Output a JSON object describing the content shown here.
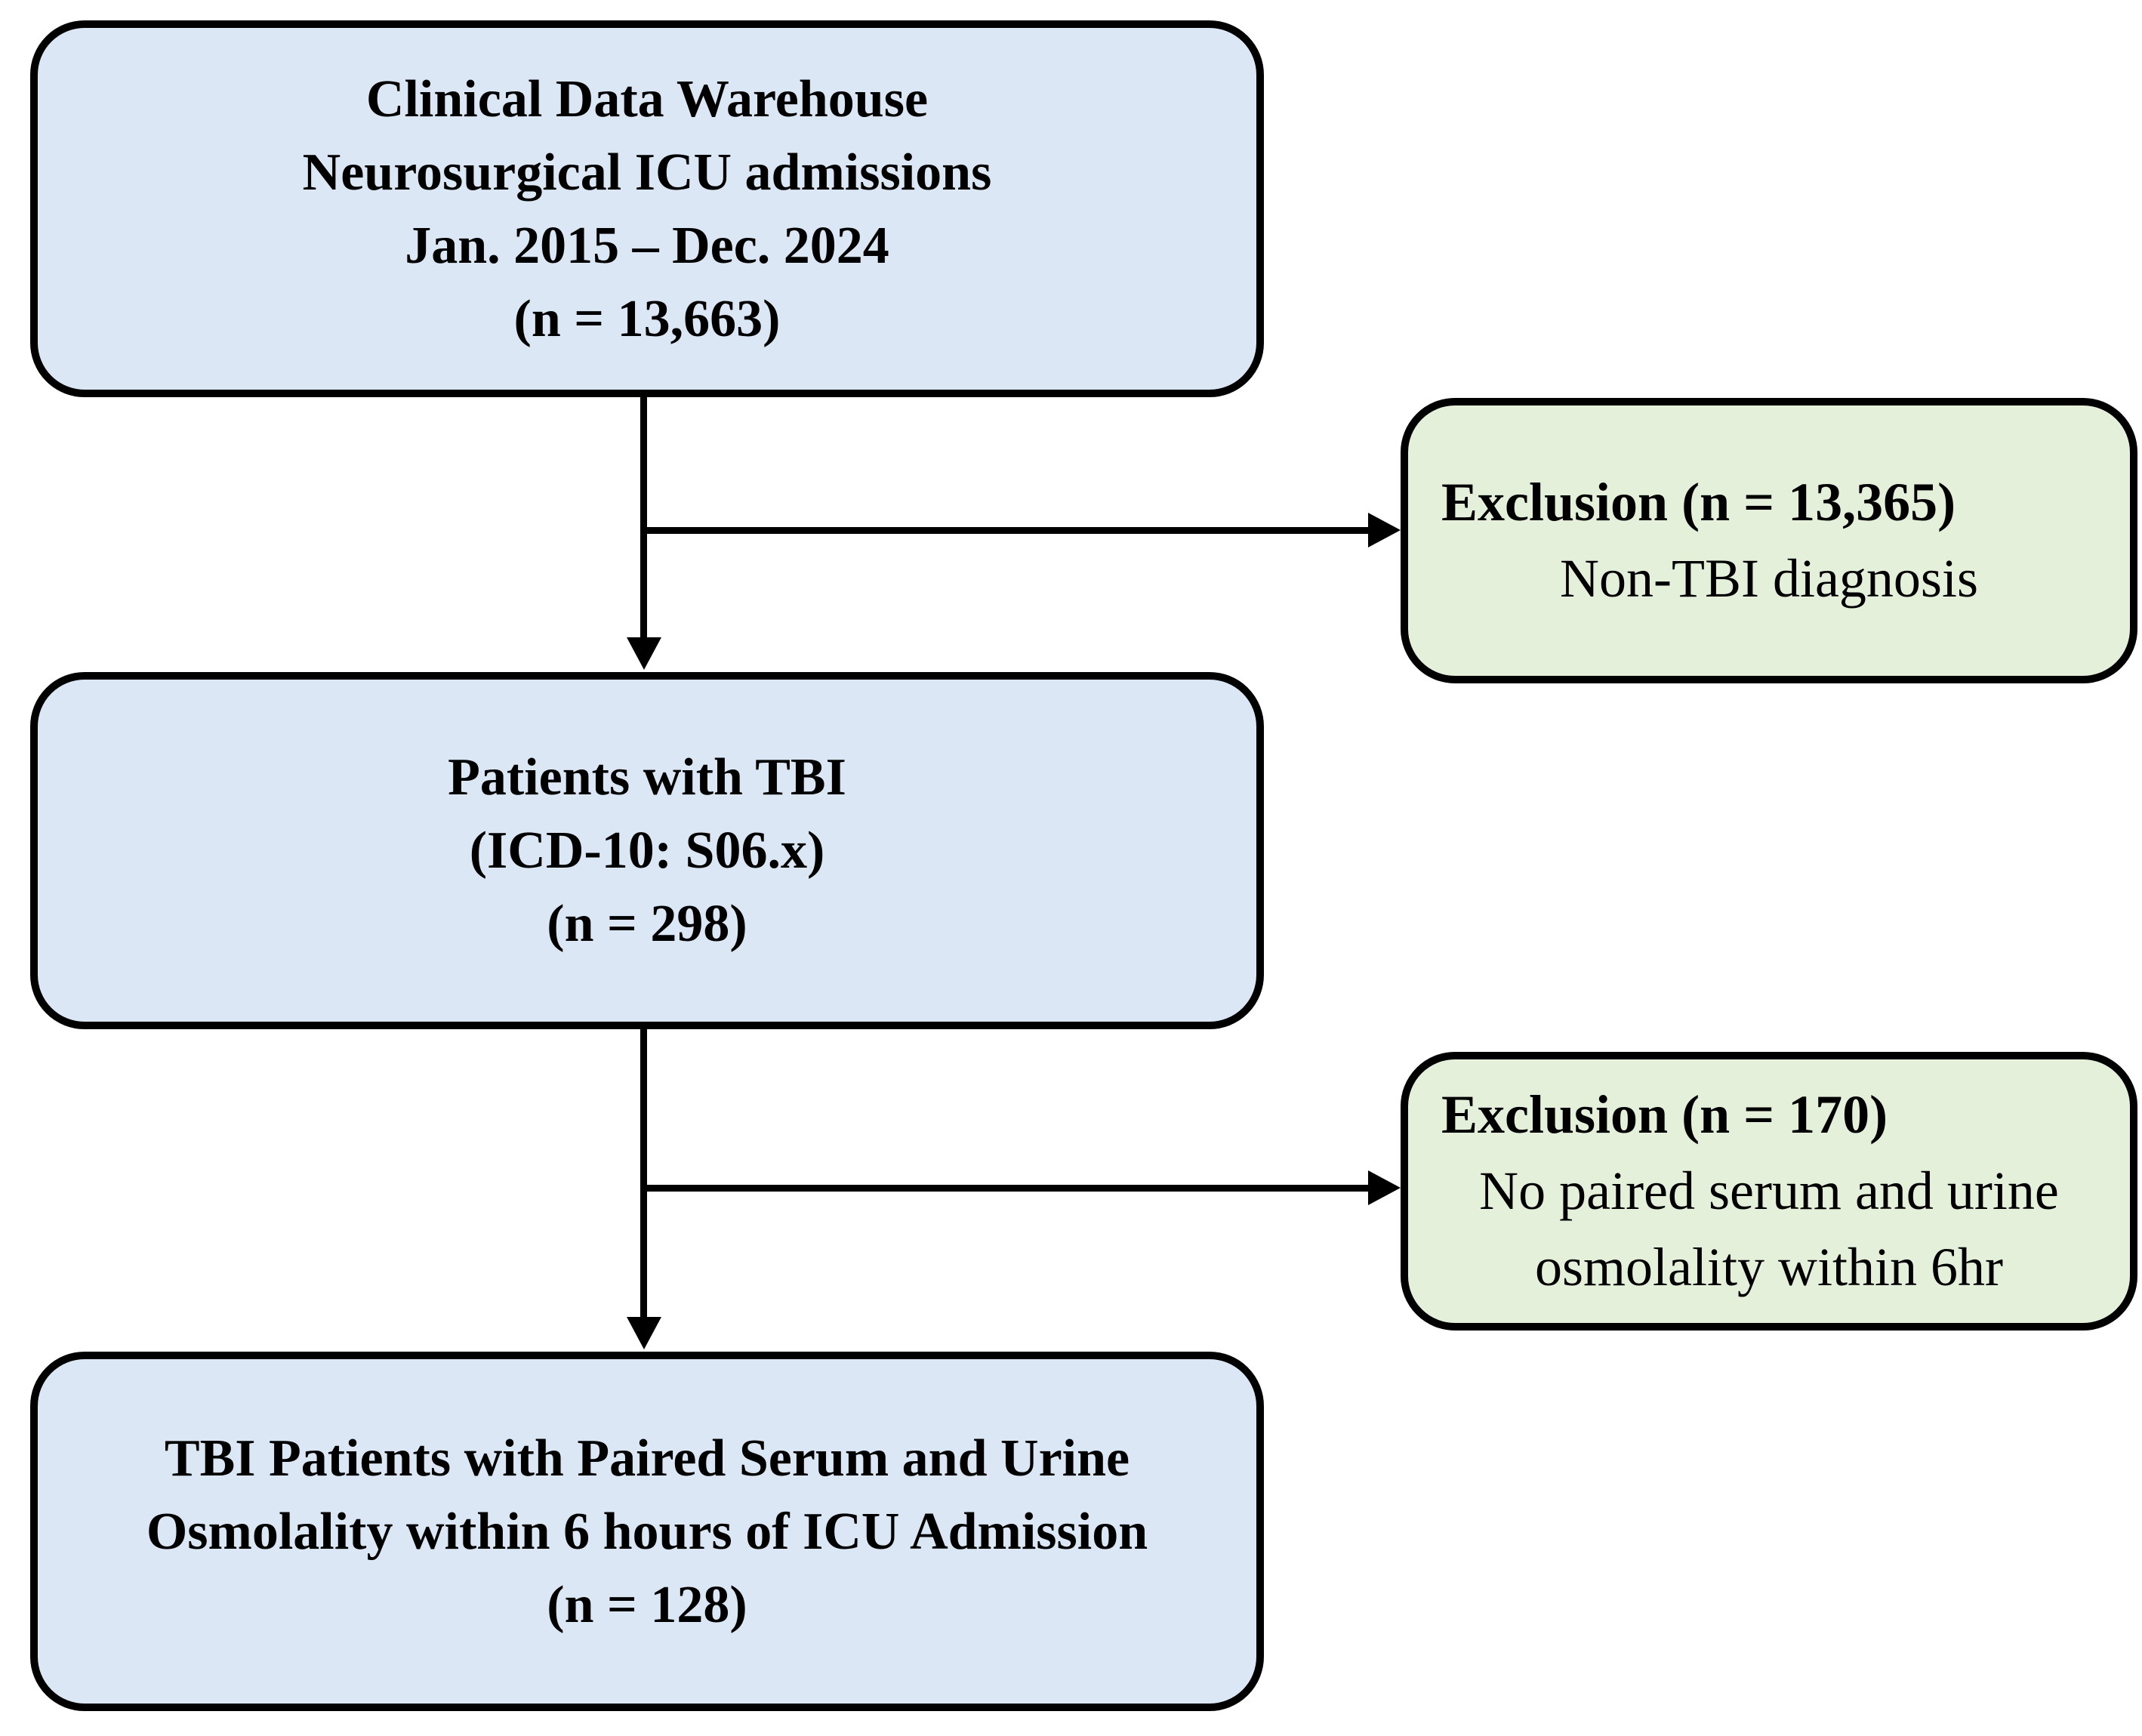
{
  "diagram": {
    "figure_type": "patient-flow-diagram",
    "colors": {
      "background": "#ffffff",
      "cohort_box_fill": "#dbe7f5",
      "exclusion_box_fill": "#e5f0db",
      "border": "#000000",
      "text": "#000000"
    },
    "nodes": {
      "source": {
        "lines": [
          "Clinical Data Warehouse",
          "Neurosurgical ICU admissions",
          "Jan. 2015 – Dec. 2024",
          "(n = 13,663)"
        ]
      },
      "tbi": {
        "lines": [
          "Patients with TBI",
          "(ICD-10: S06.x)",
          "(n = 298)"
        ]
      },
      "final": {
        "lines": [
          "TBI Patients with Paired Serum and Urine",
          "Osmolality within 6 hours of ICU Admission",
          "(n = 128)"
        ]
      },
      "exclusion1": {
        "title": "Exclusion (n = 13,365)",
        "details": [
          "Non-TBI diagnosis"
        ]
      },
      "exclusion2": {
        "title": "Exclusion (n = 170)",
        "details": [
          "No paired serum and urine",
          "osmolality within 6hr"
        ]
      }
    }
  }
}
